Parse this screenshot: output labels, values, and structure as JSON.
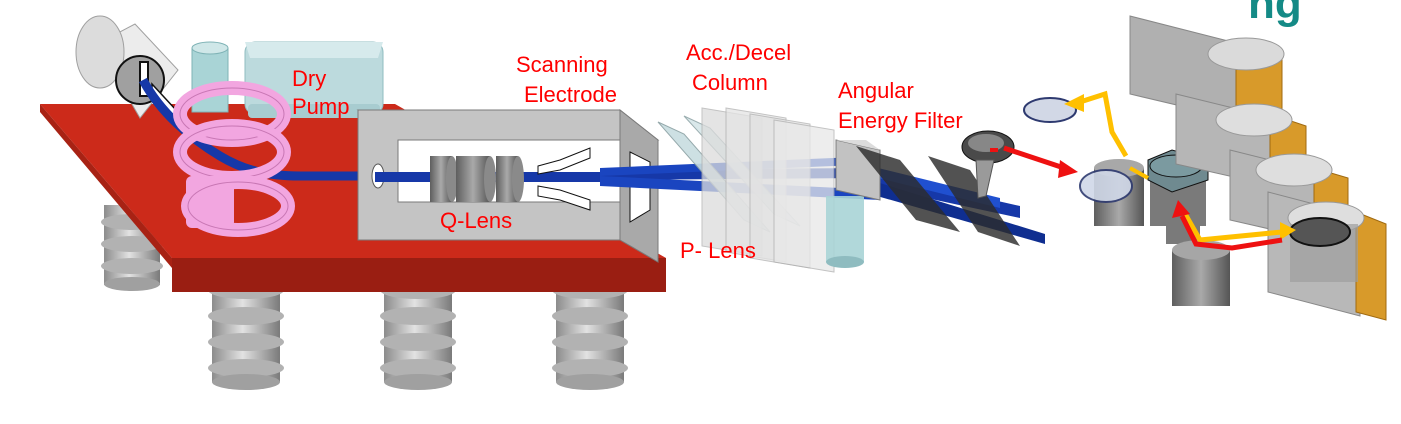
{
  "title_fragment": "ng",
  "labels": {
    "dry_pump": [
      "Dry",
      "Pump"
    ],
    "scanning_electrode": [
      "Scanning",
      "Electrode"
    ],
    "acc_decel_column": [
      "Acc./Decel",
      "Column"
    ],
    "angular_energy_filter": [
      "Angular",
      "Energy Filter"
    ],
    "q_lens": "Q-Lens",
    "p_lens": "P- Lens"
  },
  "colors": {
    "title": "#148a86",
    "label_text": "#ff0000",
    "platform_top": "#cc2a1a",
    "platform_side": "#9a1e12",
    "beam": "#1638a8",
    "magnet": "#f2a6e0",
    "housing": "#c8c8c8",
    "chamber": "#e4a232",
    "arrow_yellow": "#ffc000",
    "arrow_red": "#ee1111",
    "pump": "#b8dadf"
  }
}
